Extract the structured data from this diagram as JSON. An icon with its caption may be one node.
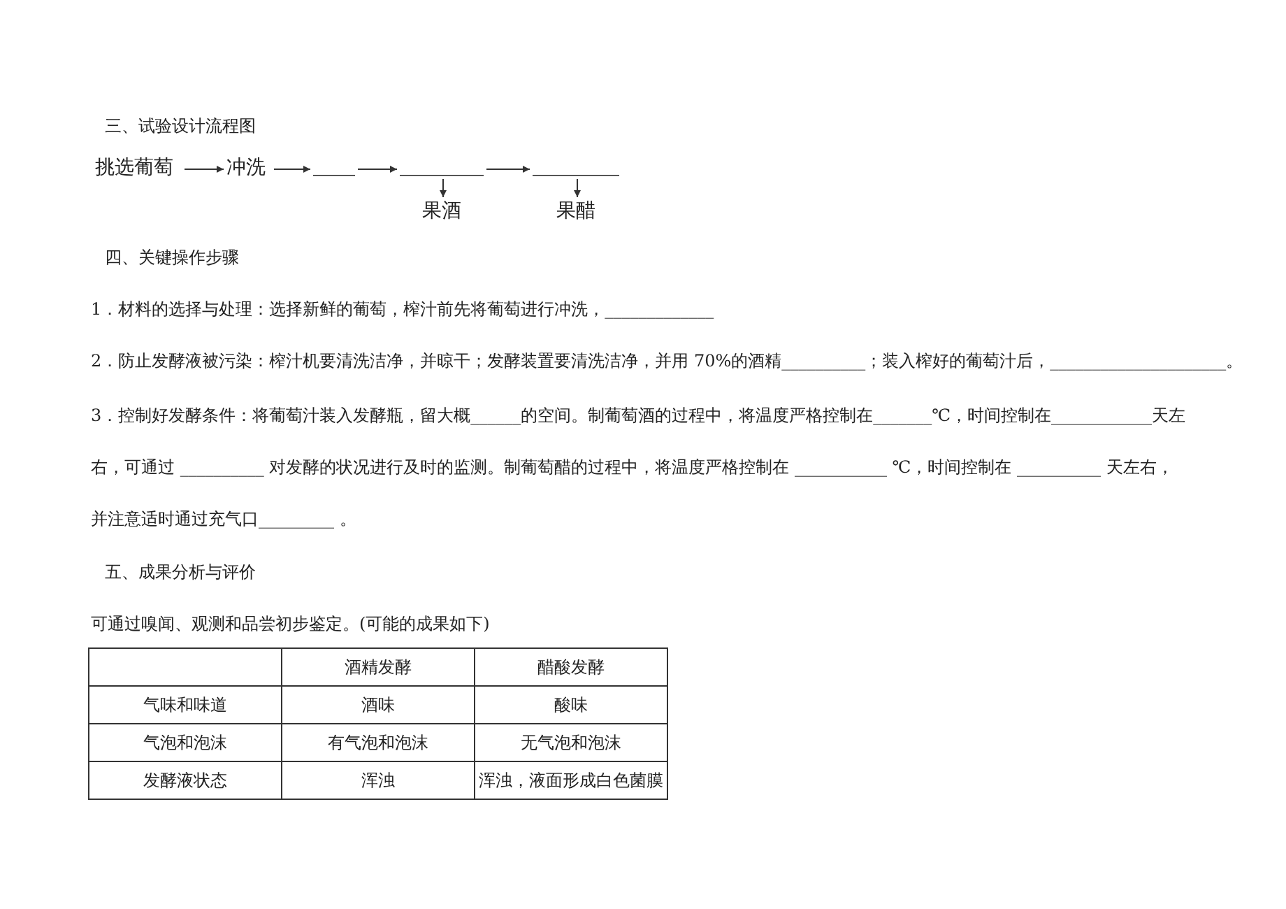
{
  "diagram": {
    "nodes": [
      {
        "text": [
          "挑选葡萄"
        ]
      },
      {
        "text": [
          "冲洗"
        ]
      },
      {
        "text": [],
        "shape": "line"
      },
      {
        "text": [],
        "shape": "line"
      },
      {
        "text": [],
        "shape": "line"
      },
      {
        "text": [
          "果酒"
        ]
      },
      {
        "text": [
          "果醋"
        ]
      }
    ],
    "edges": [
      {
        "from": 0,
        "to": 1,
        "arrow": "to"
      },
      {
        "from": 1,
        "to": 2,
        "arrow": "to"
      },
      {
        "from": 2,
        "to": 3,
        "arrow": "to"
      },
      {
        "from": 3,
        "to": 5,
        "arrow": "to"
      },
      {
        "from": 3,
        "to": 4,
        "arrow": "to"
      },
      {
        "from": 4,
        "to": 6,
        "arrow": "to"
      }
    ],
    "labels": [
      "三、试验设计流程图",
      "四、关键操作步骤",
      "1．材料的选择与处理：选择新鲜的葡萄，榨汁前先将葡萄进行冲洗，_____________",
      "2．防止发酵液被污染：榨汁机要清洗洁净，并晾干；发酵装置要清洗洁净，并用 70%的酒精__________；装入榨好的葡萄汁后，_____________________。",
      "3．控制好发酵条件：将葡萄汁装入发酵瓶，留大概______的空间。制葡萄酒的过程中，将温度严格控制在_______℃，时间控制在____________天左右，可通过 __________ 对发酵的状况进行及时的监测。制葡萄醋的过程中，将温度严格控制在 ___________ ℃，时间控制在 __________ 天左右，并注意适时通过充气口_________ 。",
      "五、成果分析与评价",
      "可通过嗅闻、观测和品尝初步鉴定。(可能的成果如下)",
      "酒精发酵",
      "醋酸发酵",
      "气味和味道",
      "酒味",
      "酸味",
      "气泡和泡沫",
      "有气泡和泡沫",
      "无气泡和泡沫",
      "发酵液状态",
      "浑浊",
      "浑浊，液面形成白色菌膜"
    ]
  }
}
